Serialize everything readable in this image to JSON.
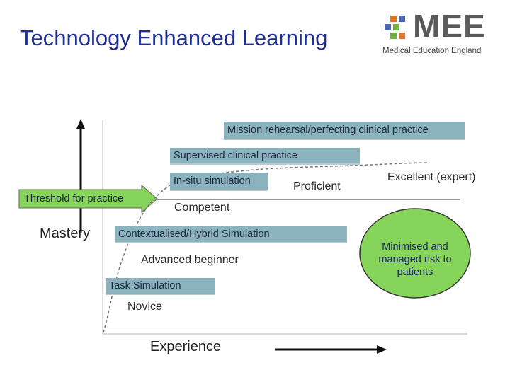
{
  "title": "Technology Enhanced Learning",
  "logo": {
    "text": "MEE",
    "subtitle": "Medical Education England",
    "colors": [
      "#e4732a",
      "#4b66b3",
      "#6cb33f",
      "#e4732a"
    ]
  },
  "axes": {
    "y_label": "Mastery",
    "x_label": "Experience"
  },
  "threshold": {
    "label": "Threshold for practice",
    "color": "#87d45a"
  },
  "simulation_bars": [
    "Mission rehearsal/perfecting clinical practice",
    "Supervised clinical practice",
    "In-situ simulation",
    "Contextualised/Hybrid Simulation",
    "Task Simulation"
  ],
  "stages": [
    "Excellent (expert)",
    "Proficient",
    "Competent",
    "Advanced beginner",
    "Novice"
  ],
  "risk_note": {
    "text": "Minimised and managed risk to patients",
    "color": "#87d45a"
  },
  "colors": {
    "bar": "#8ab3bd",
    "title": "#1f2f8f"
  }
}
